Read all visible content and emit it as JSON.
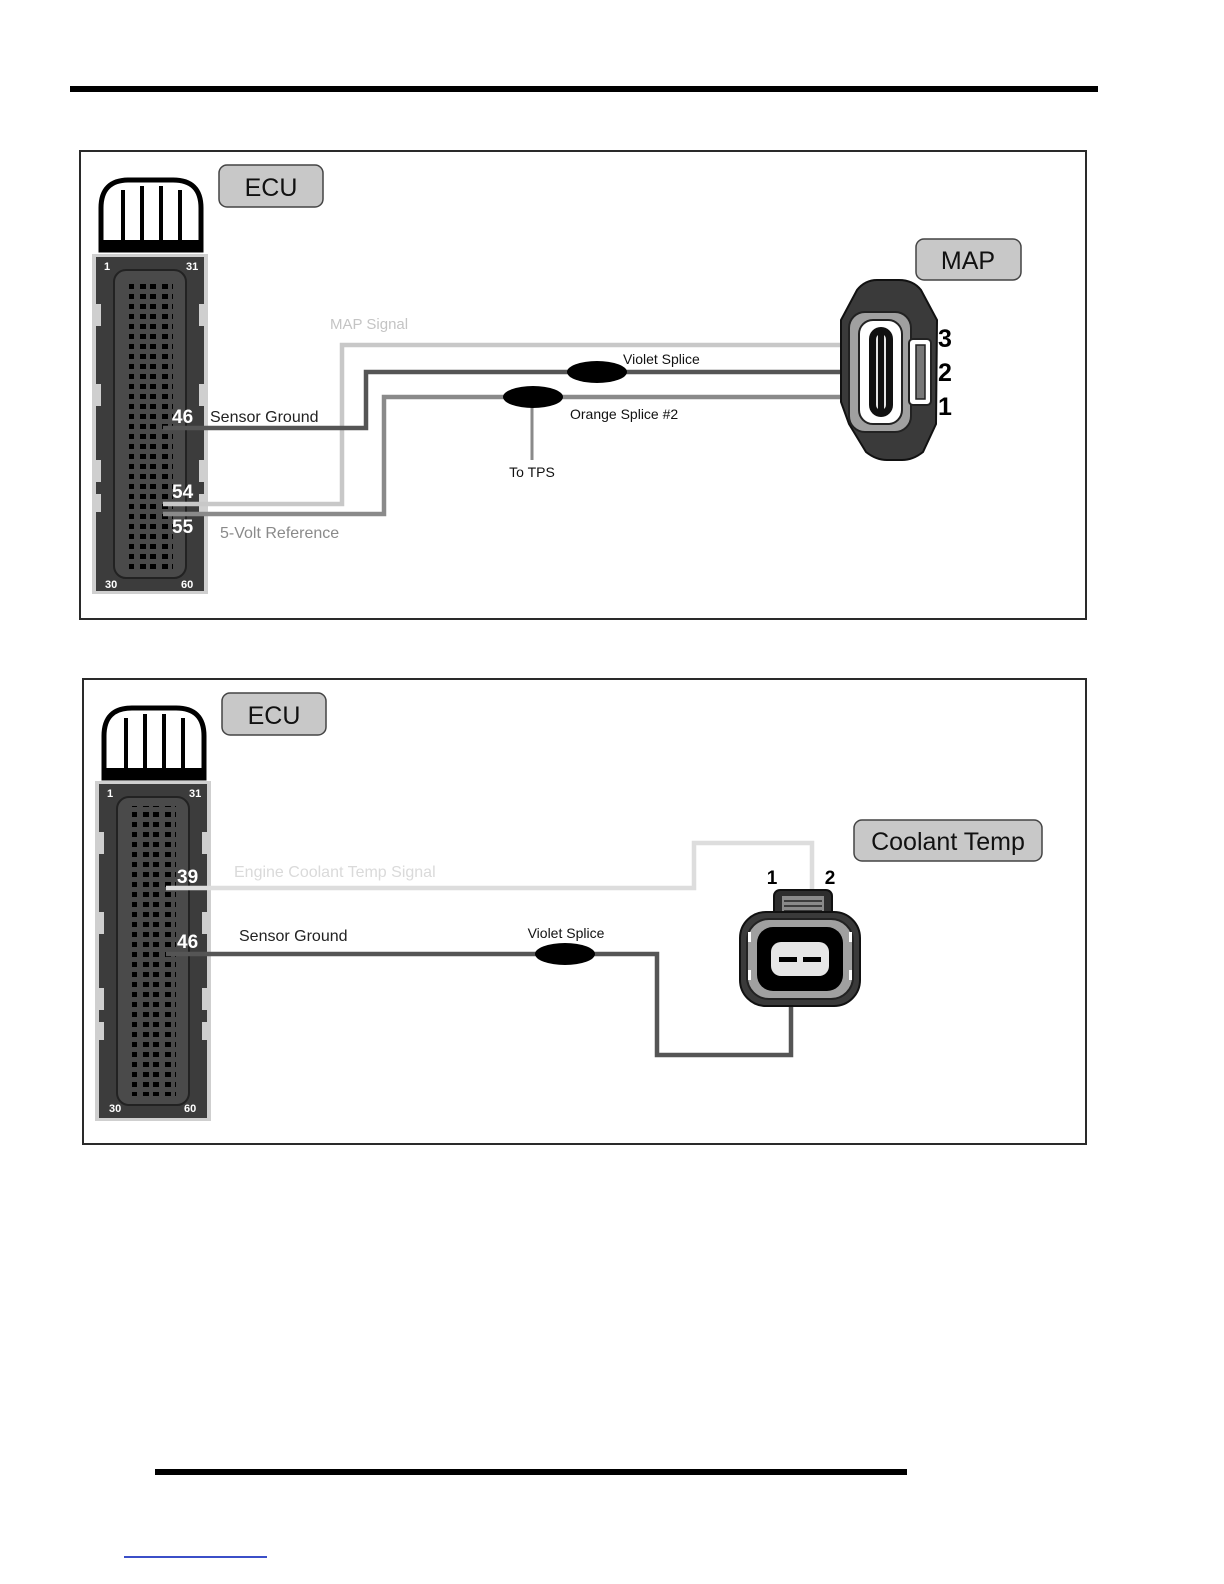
{
  "diagram1": {
    "ecu_label": "ECU",
    "map_label": "MAP",
    "pin_corner_tl": "1",
    "pin_corner_tr": "31",
    "pin_corner_bl": "30",
    "pin_corner_br": "60",
    "pin_46": "46",
    "pin_54": "54",
    "pin_55": "55",
    "wire_sensor_ground": "Sensor Ground",
    "wire_map_signal": "MAP Signal",
    "wire_5v_ref": "5-Volt Reference",
    "splice_violet": "Violet Splice",
    "splice_orange": "Orange Splice #2",
    "to_tps": "To TPS",
    "map_pin_3": "3",
    "map_pin_2": "2",
    "map_pin_1": "1"
  },
  "diagram2": {
    "ecu_label": "ECU",
    "coolant_label": "Coolant Temp",
    "pin_corner_tl": "1",
    "pin_corner_tr": "31",
    "pin_corner_bl": "30",
    "pin_corner_br": "60",
    "pin_39": "39",
    "pin_46": "46",
    "wire_ect_signal": "Engine Coolant Temp Signal",
    "wire_sensor_ground": "Sensor Ground",
    "splice_violet": "Violet Splice",
    "sensor_pin_1": "1",
    "sensor_pin_2": "2"
  },
  "colors": {
    "ecu_body": "#3c3c3c",
    "ecu_frame": "#c8c8c8",
    "wire_dark": "#555555",
    "wire_mid": "#8a8a8a",
    "wire_light": "#c8c8c8",
    "wire_faint": "#dddddd",
    "label_bg": "#c8c8c8"
  }
}
